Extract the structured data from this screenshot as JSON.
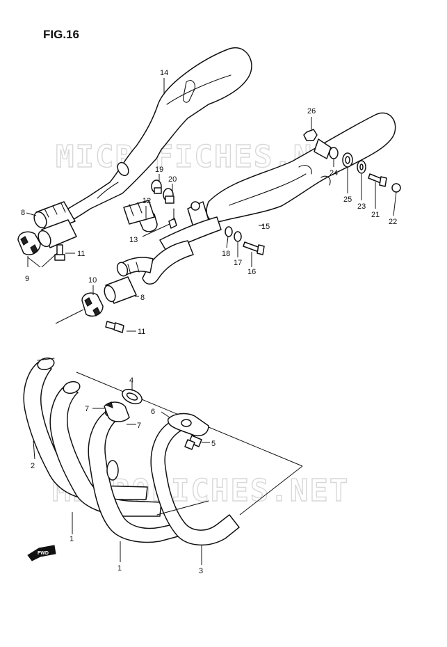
{
  "figure": {
    "title": "FIG.16"
  },
  "watermark": {
    "text": "MICROFICHES.NET"
  },
  "direction_marker": {
    "label": "FWD"
  },
  "callouts": [
    {
      "id": "c14",
      "label": "14"
    },
    {
      "id": "c26",
      "label": "26"
    },
    {
      "id": "c19",
      "label": "19"
    },
    {
      "id": "c20",
      "label": "20"
    },
    {
      "id": "c12",
      "label": "12"
    },
    {
      "id": "c8a",
      "label": "8"
    },
    {
      "id": "c13",
      "label": "13"
    },
    {
      "id": "c11a",
      "label": "11"
    },
    {
      "id": "c9",
      "label": "9"
    },
    {
      "id": "c24",
      "label": "24"
    },
    {
      "id": "c25",
      "label": "25"
    },
    {
      "id": "c23",
      "label": "23"
    },
    {
      "id": "c21",
      "label": "21"
    },
    {
      "id": "c22",
      "label": "22"
    },
    {
      "id": "c15",
      "label": "15"
    },
    {
      "id": "c18",
      "label": "18"
    },
    {
      "id": "c17",
      "label": "17"
    },
    {
      "id": "c16",
      "label": "16"
    },
    {
      "id": "c10",
      "label": "10"
    },
    {
      "id": "c8b",
      "label": "8"
    },
    {
      "id": "c11b",
      "label": "11"
    },
    {
      "id": "c4",
      "label": "4"
    },
    {
      "id": "c7a",
      "label": "7"
    },
    {
      "id": "c7b",
      "label": "7"
    },
    {
      "id": "c6",
      "label": "6"
    },
    {
      "id": "c5",
      "label": "5"
    },
    {
      "id": "c2",
      "label": "2"
    },
    {
      "id": "c1a",
      "label": "1"
    },
    {
      "id": "c1b",
      "label": "1"
    },
    {
      "id": "c3",
      "label": "3"
    }
  ]
}
